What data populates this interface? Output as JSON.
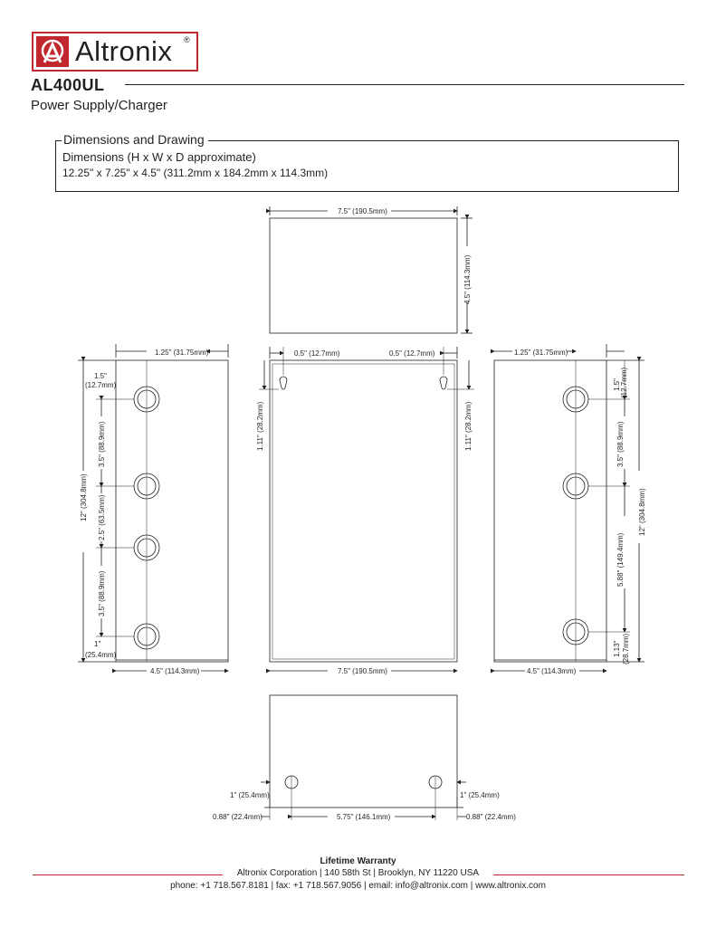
{
  "brand": {
    "name": "Altronix",
    "registered_mark": "®",
    "color": "#c0282d"
  },
  "header": {
    "model": "AL400UL",
    "subtitle": "Power Supply/Charger"
  },
  "dimensions": {
    "heading": "Dimensions and Drawing",
    "label": "Dimensions (H x W x D approximate)",
    "value": "12.25\" x 7.25\" x 4.5\" (311.2mm x 184.2mm x 114.3mm)"
  },
  "drawing_labels": {
    "top_width": "7.5\" (190.5mm)",
    "top_depth": "4.5\" (114.3mm)",
    "left_125": "1.25\" (31.75mm)",
    "left_15_a": "1.5\"",
    "left_15_b": "(12.7mm)",
    "left_35_top": "3.5\" (88.9mm)",
    "left_12": "12\" (304.8mm)",
    "left_25": "2.5\" (63.5mm)",
    "left_35_bot": "3.5\" (88.9mm)",
    "left_1_a": "1\"",
    "left_1_b": "(25.4mm)",
    "left_bottom_width": "4.5\" (114.3mm)",
    "front_05_left": "0.5\" (12.7mm)",
    "front_05_right": "0.5\" (12.7mm)",
    "front_111_left": "1.11\" (28.2mm)",
    "front_111_right": "1.11\" (28.2mm)",
    "front_width": "7.5\" (190.5mm)",
    "right_125": "1.25\" (31.75mm)",
    "right_15_a": "1.5\"",
    "right_15_b": "(12.7mm)",
    "right_35": "3.5\" (88.9mm)",
    "right_12": "12\" (304.8mm)",
    "right_588": "5.88\" (149.4mm)",
    "right_113_a": "1.13\"",
    "right_113_b": "(28.7mm)",
    "right_bottom_width": "4.5\" (114.3mm)",
    "bottom_1_left": "1\" (25.4mm)",
    "bottom_1_right": "1\" (25.4mm)",
    "bottom_088_left": "0.88\" (22.4mm)",
    "bottom_575": "5.75\" (146.1mm)",
    "bottom_088_right": "0.88\" (22.4mm)"
  },
  "footer": {
    "title": "Lifetime Warranty",
    "line1": "Altronix Corporation | 140 58th St | Brooklyn, NY 11220 USA",
    "line2": "phone: +1 718.567.8181 | fax: +1 718.567.9056 | email: info@altronix.com | www.altronix.com"
  }
}
